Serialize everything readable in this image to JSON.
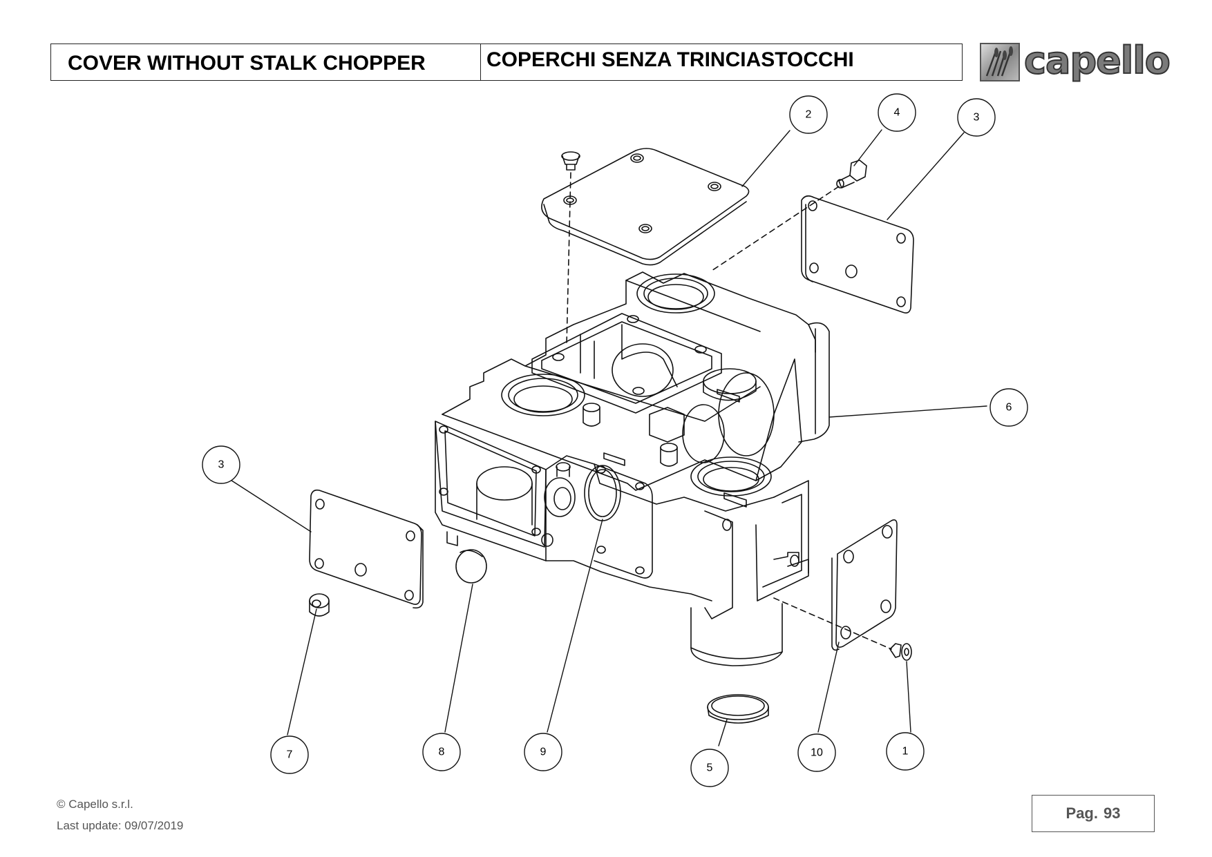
{
  "header": {
    "title_en": "COVER WITHOUT STALK CHOPPER",
    "title_it": "COPERCHI SENZA TRINCIASTOCCHI",
    "logo_text": "capello"
  },
  "callouts": [
    "1",
    "2",
    "3",
    "3",
    "4",
    "5",
    "6",
    "7",
    "8",
    "9",
    "10"
  ],
  "footer": {
    "copyright": "© Capello s.r.l.",
    "last_update": "Last update: 09/07/2019",
    "page_label": "Pag.",
    "page_number": "93"
  }
}
